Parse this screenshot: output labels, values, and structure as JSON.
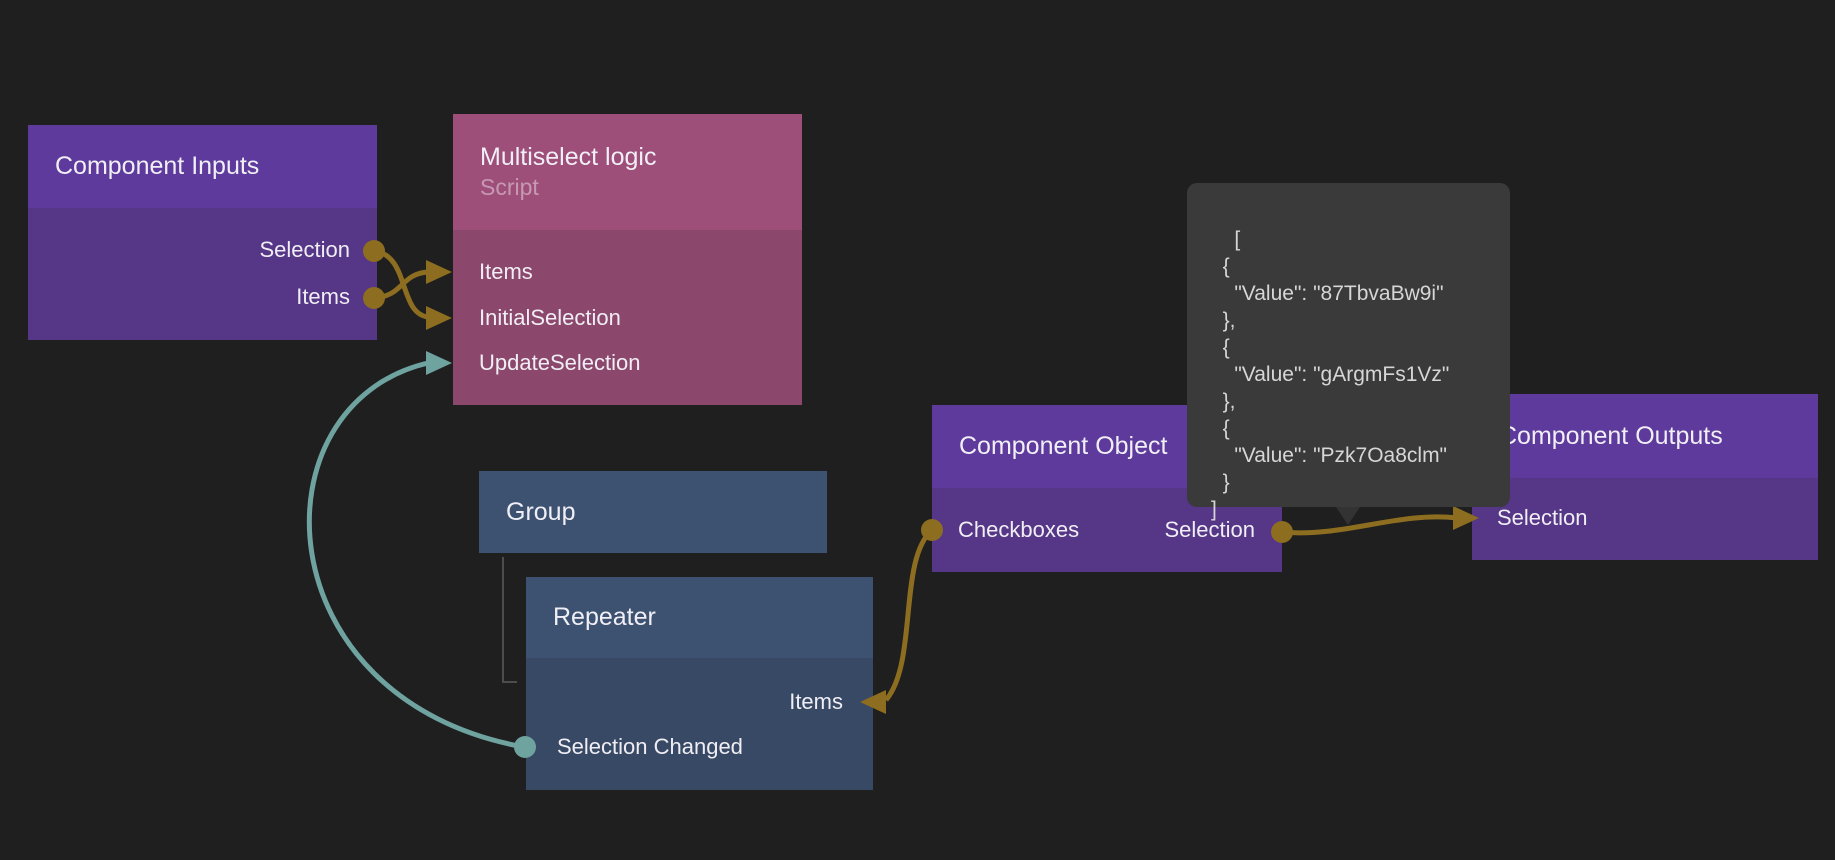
{
  "canvas": {
    "background": "#1f1f1f"
  },
  "colors": {
    "connection_gold": "#8d6d20",
    "connection_teal": "#6fa3a0",
    "node_purple_header": "#5e3a9c",
    "node_purple_body": "#553687",
    "node_maroon_header": "#9d4e79",
    "node_maroon_body": "#8c486c",
    "node_blue_header": "#3c5270",
    "node_blue_body": "#374964",
    "tooltip_background": "#3a3a3a"
  },
  "nodes": {
    "component_inputs": {
      "title": "Component Inputs",
      "ports": {
        "selection": "Selection",
        "items": "Items"
      }
    },
    "multiselect_logic": {
      "title": "Multiselect logic",
      "subtitle": "Script",
      "ports": {
        "items": "Items",
        "initial_selection": "InitialSelection",
        "update_selection": "UpdateSelection"
      }
    },
    "group": {
      "title": "Group"
    },
    "repeater": {
      "title": "Repeater",
      "ports": {
        "items": "Items",
        "selection_changed": "Selection Changed"
      }
    },
    "component_object": {
      "title": "Component Object",
      "ports": {
        "checkboxes": "Checkboxes",
        "selection": "Selection"
      }
    },
    "component_outputs": {
      "title": "Component Outputs",
      "ports": {
        "selection": "Selection"
      }
    }
  },
  "tooltip": {
    "json_text": "[\n  {\n    \"Value\": \"87TbvaBw9i\"\n  },\n  {\n    \"Value\": \"gArgmFs1Vz\"\n  },\n  {\n    \"Value\": \"Pzk7Oa8clm\"\n  }\n]",
    "values": [
      "87TbvaBw9i",
      "gArgmFs1Vz",
      "Pzk7Oa8clm"
    ]
  }
}
